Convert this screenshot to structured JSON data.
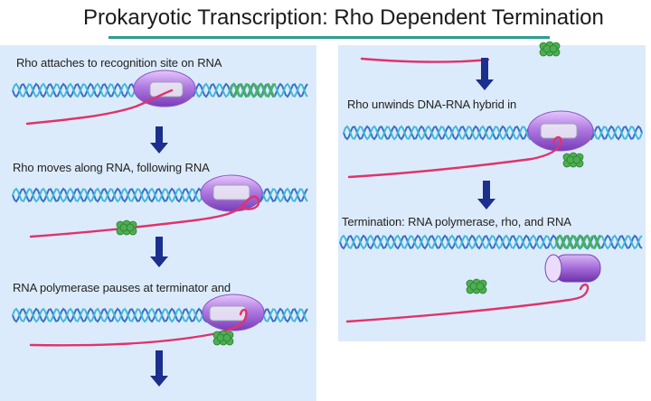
{
  "title": "Prokaryotic Transcription: Rho Dependent Termination",
  "colors": {
    "panel": "#dcebfb",
    "title_rule": "#2e9e8e",
    "dna_primary": "#3a6fc8",
    "dna_secondary": "#42b8d8",
    "terminator": "#48b060",
    "rna": "#e0336b",
    "rho": "#a060d8",
    "ribosome": "#4caf50",
    "arrow": "#1a2f8e"
  },
  "left_panel": {
    "steps": [
      {
        "label": "Rho attaches to recognition site on RNA"
      },
      {
        "label": "Rho moves along RNA, following RNA"
      },
      {
        "label": "RNA polymerase pauses at terminator and"
      }
    ]
  },
  "right_panel": {
    "steps": [
      {
        "label": "Rho unwinds DNA-RNA hybrid in"
      },
      {
        "label": "Termination: RNA polymerase, rho, and RNA"
      }
    ]
  },
  "icons": [
    "down-arrow-icon",
    "rho-protein-icon",
    "ribosome-icon"
  ]
}
